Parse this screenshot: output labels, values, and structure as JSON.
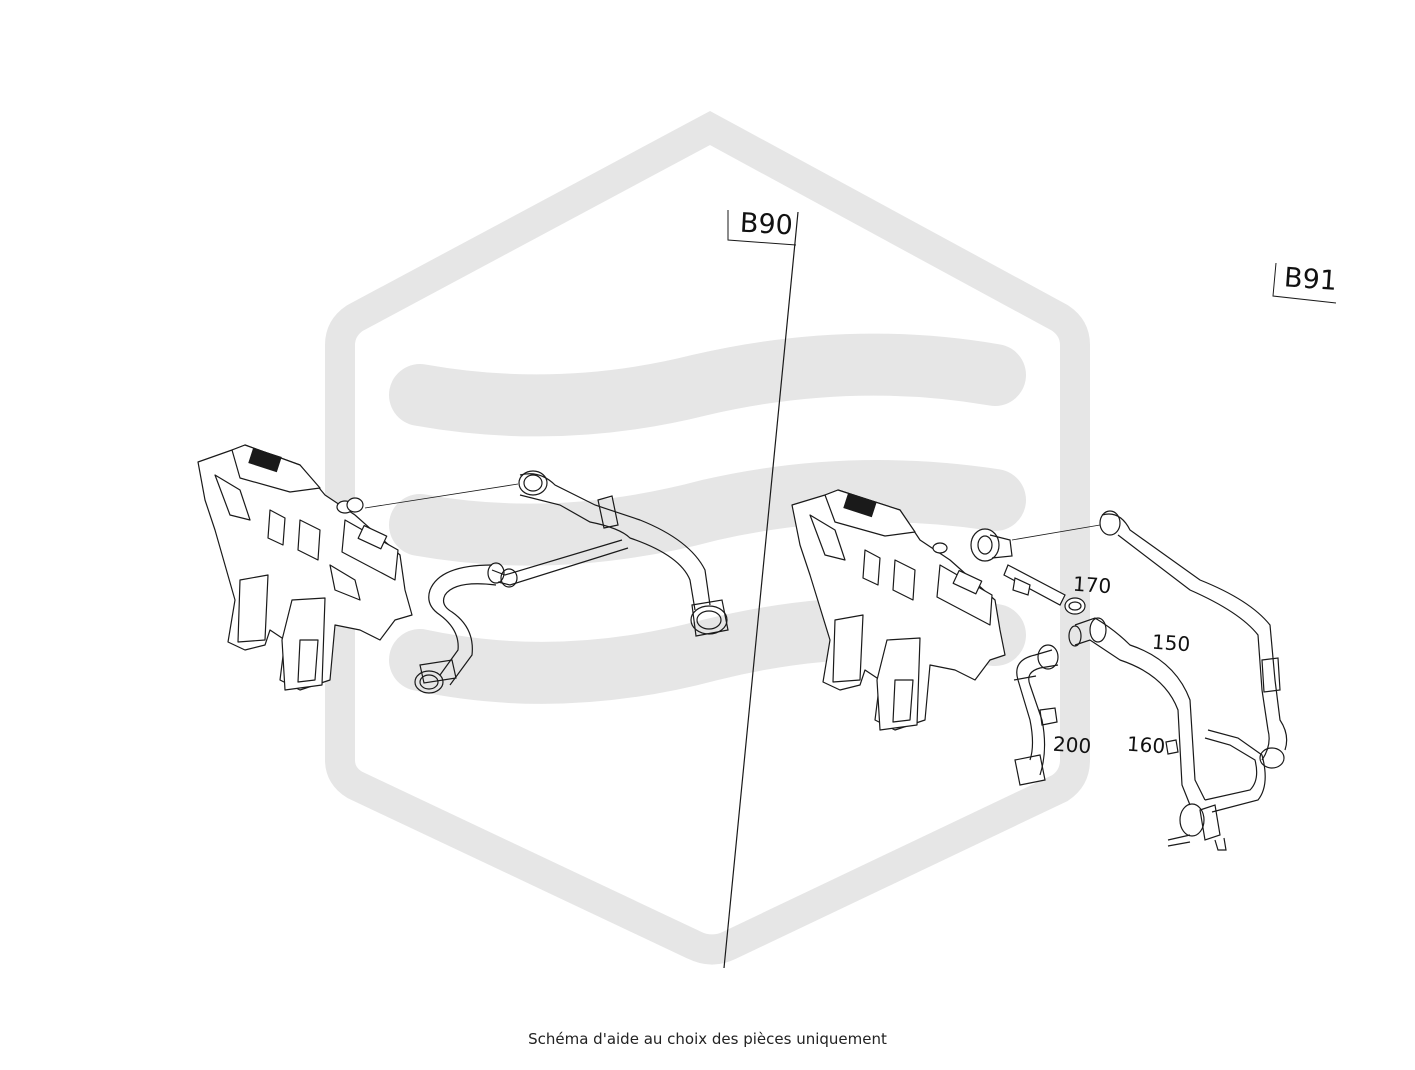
{
  "diagram": {
    "variants": [
      "B90",
      "B91"
    ],
    "part_numbers": [
      "170",
      "150",
      "200",
      "160"
    ],
    "caption": "Schéma d'aide au choix des pièces uniquement",
    "colors": {
      "line": "#1a1a1a",
      "watermark": "#e6e6e6",
      "background": "#ffffff"
    }
  }
}
